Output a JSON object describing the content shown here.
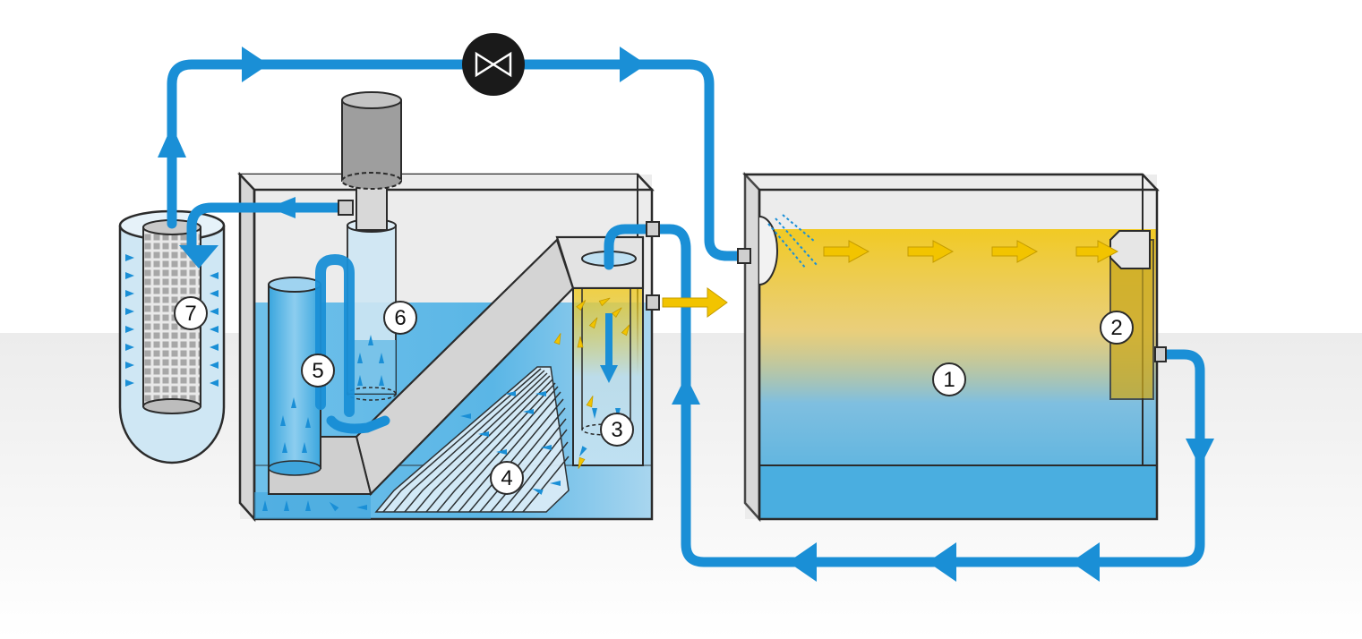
{
  "colors": {
    "pipe": "#1a8fd6",
    "water_clean": "#4aaee0",
    "water_light": "#bfe0f2",
    "oil_yellow": "#f2c400",
    "tank_glass": "#e6e6e6",
    "outline": "#2b2b2b",
    "valve": "#1a1a1a",
    "filter_mesh": "#9a9a9a"
  },
  "icons": {
    "valve": "butterfly-valve-icon",
    "flow_arrow": "arrowhead-icon"
  },
  "components": [
    {
      "id": "1",
      "label": "1"
    },
    {
      "id": "2",
      "label": "2"
    },
    {
      "id": "3",
      "label": "3"
    },
    {
      "id": "4",
      "label": "4"
    },
    {
      "id": "5",
      "label": "5"
    },
    {
      "id": "6",
      "label": "6"
    },
    {
      "id": "7",
      "label": "7"
    }
  ]
}
